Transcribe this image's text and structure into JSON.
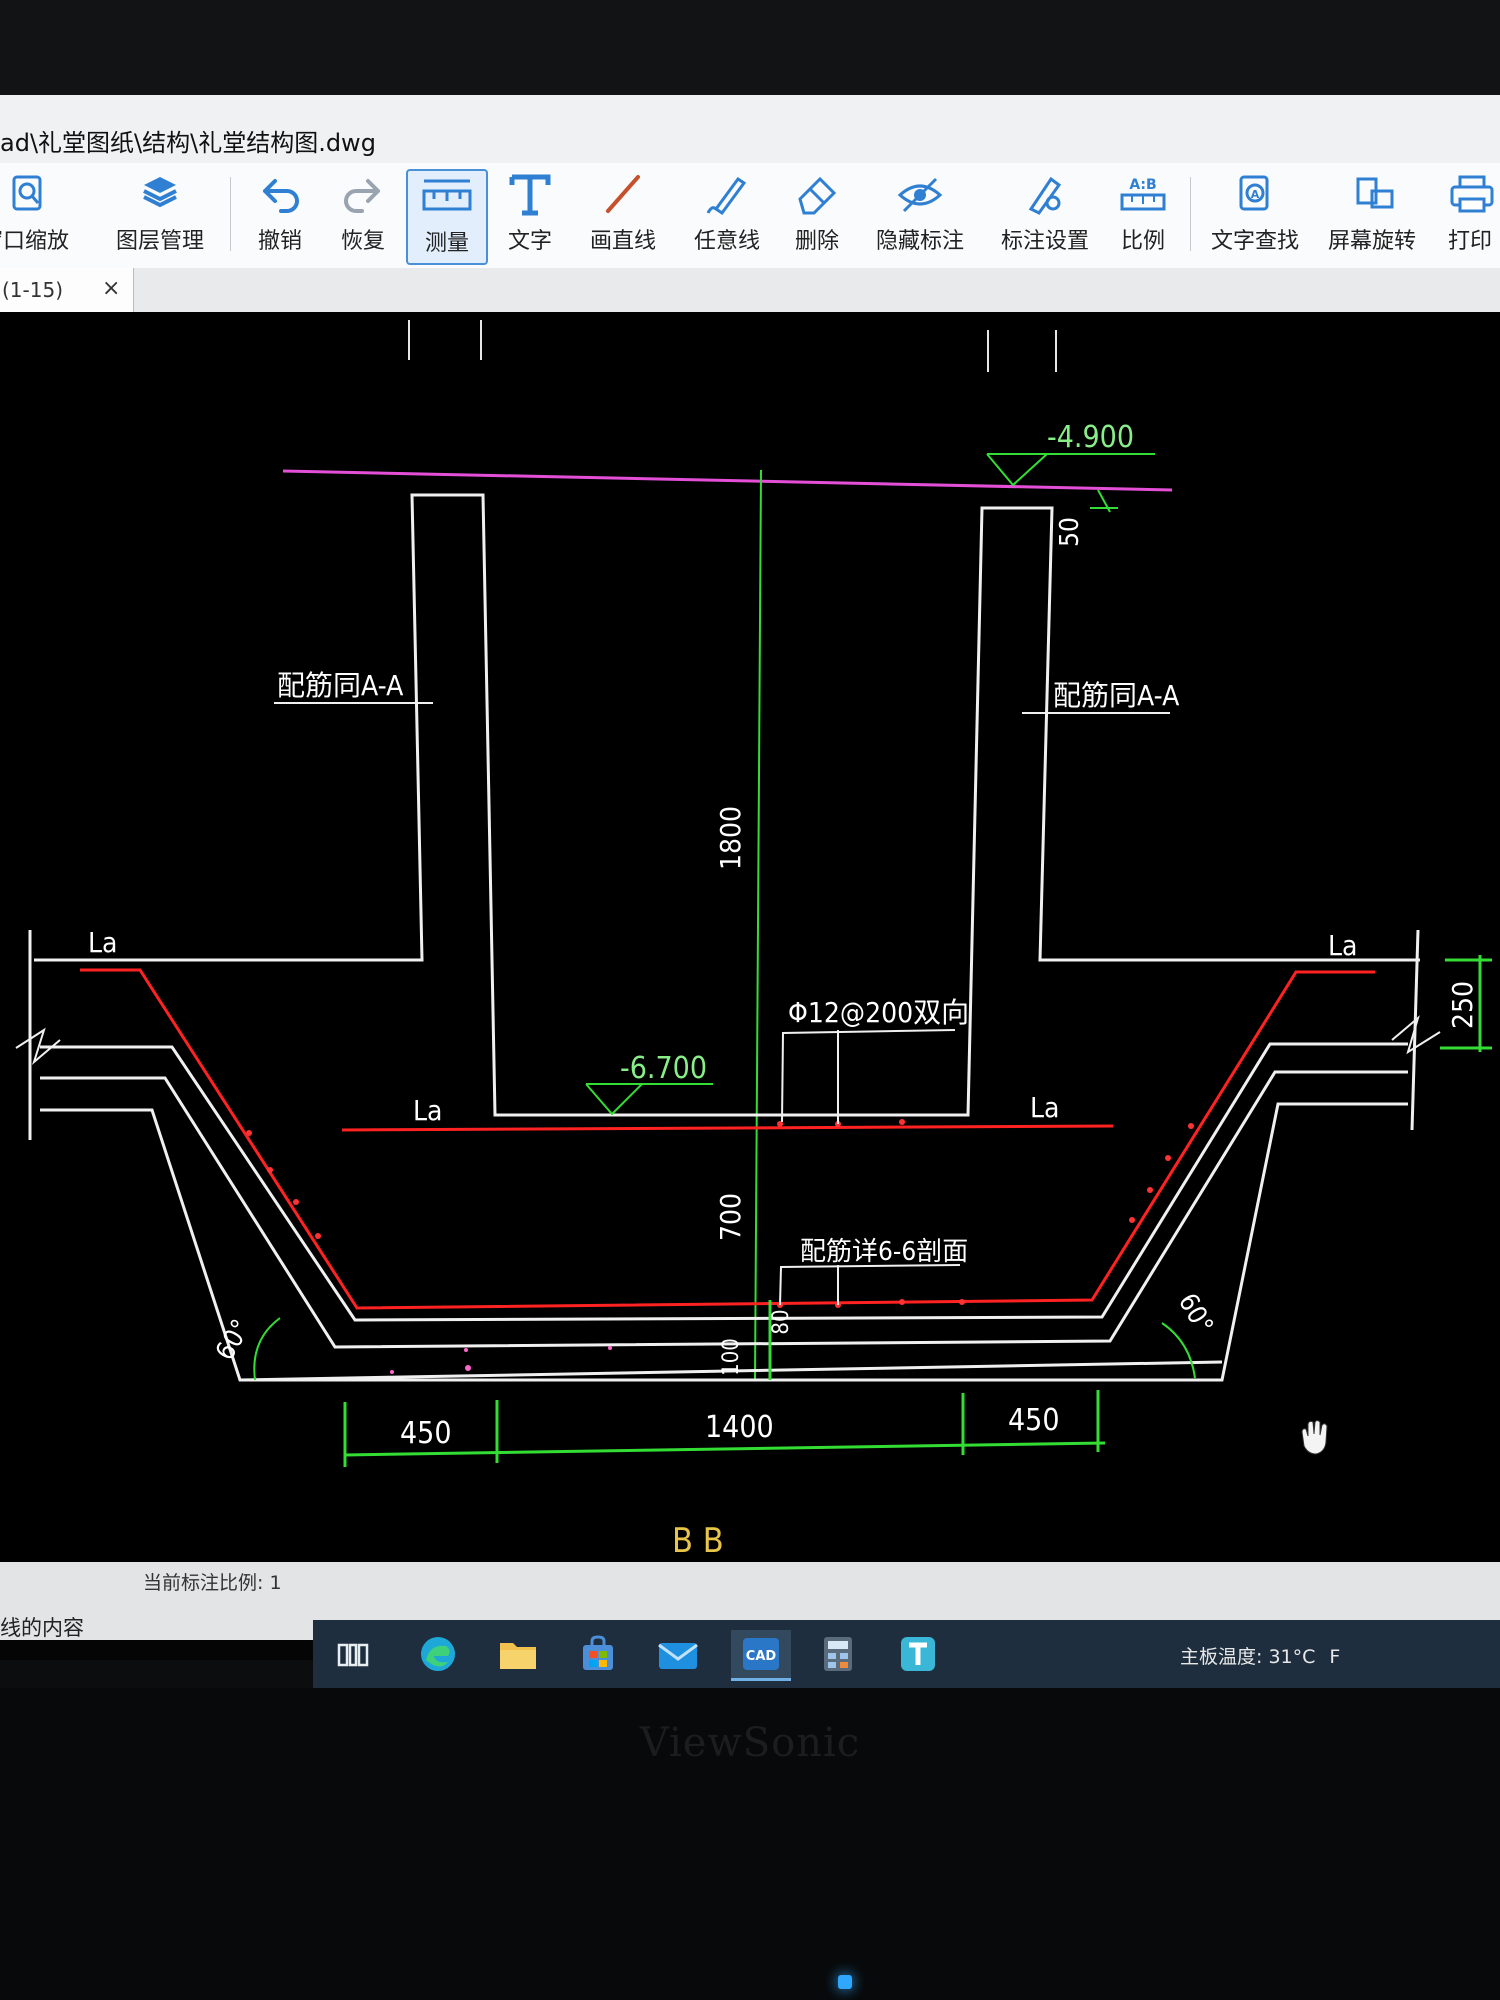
{
  "window": {
    "title": "ad\\礼堂图纸\\结构\\礼堂结构图.dwg"
  },
  "toolbar": {
    "items": [
      {
        "label": "窗口缩放",
        "icon": "zoom-window-icon"
      },
      {
        "label": "图层管理",
        "icon": "layers-icon"
      },
      {
        "label": "撤销",
        "icon": "undo-icon"
      },
      {
        "label": "恢复",
        "icon": "redo-icon"
      },
      {
        "label": "测量",
        "icon": "measure-icon",
        "active": true
      },
      {
        "label": "文字",
        "icon": "text-icon"
      },
      {
        "label": "画直线",
        "icon": "line-icon"
      },
      {
        "label": "任意线",
        "icon": "freehand-icon"
      },
      {
        "label": "删除",
        "icon": "eraser-icon"
      },
      {
        "label": "隐藏标注",
        "icon": "hide-eye-icon"
      },
      {
        "label": "标注设置",
        "icon": "annotation-settings-icon"
      },
      {
        "label": "比例",
        "icon": "scale-icon"
      },
      {
        "label": "文字查找",
        "icon": "text-search-icon"
      },
      {
        "label": "屏幕旋转",
        "icon": "rotate-screen-icon"
      },
      {
        "label": "打印",
        "icon": "print-icon"
      }
    ]
  },
  "tab": {
    "label": "(1-15)",
    "close": "×"
  },
  "drawing": {
    "elev_top": "-4.900",
    "elev_bottom": "-6.700",
    "dim_50": "50",
    "dim_1800": "1800",
    "dim_700": "700",
    "dim_80": "80",
    "dim_100": "100",
    "dim_250": "250",
    "dim_left": "450",
    "dim_middle": "1400",
    "dim_right": "450",
    "angle_left": "60°",
    "angle_right": "60°",
    "note_left": "配筋同A-A",
    "note_right": "配筋同A-A",
    "rebar_note": "Φ12@200双向",
    "section_note": "配筋详6-6剖面",
    "la": "La",
    "section_title": "B  B"
  },
  "statusbar": {
    "scale_label": "当前标注比例: 1",
    "content_label": "线的内容"
  },
  "taskbar": {
    "icons": [
      "task-view-icon",
      "edge-browser-icon",
      "file-explorer-icon",
      "store-icon",
      "mail-icon",
      "cad-app-icon",
      "calculator-icon",
      "text-app-icon"
    ],
    "temperature": "主板温度: 31°C",
    "temp_suffix": "F"
  },
  "monitor": {
    "brand": "ViewSonic"
  }
}
